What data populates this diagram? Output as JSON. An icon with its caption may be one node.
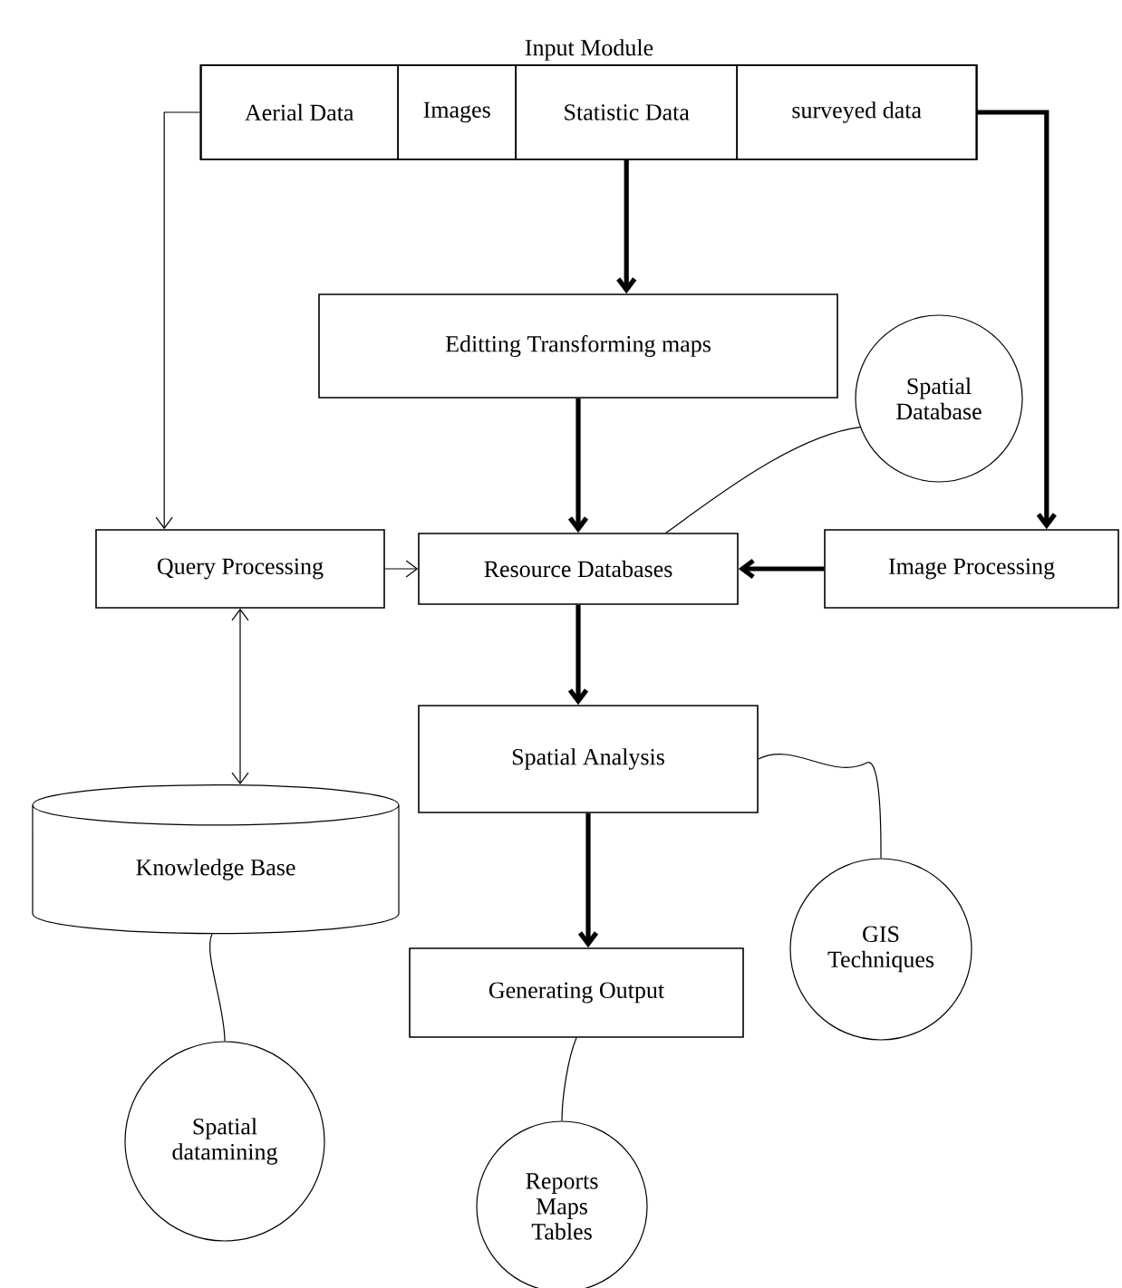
{
  "diagram": {
    "nodes": [
      {
        "text": [
          "Input Module"
        ]
      },
      {
        "text": [
          "Aerial Data"
        ],
        "in": 0
      },
      {
        "text": [
          "Images"
        ],
        "in": 0
      },
      {
        "text": [
          "Statistic Data"
        ],
        "in": 0
      },
      {
        "text": [
          "surveyed data"
        ],
        "in": 0
      },
      {
        "text": [
          "Editting  Transforming  maps"
        ]
      },
      {
        "text": [
          "Spatial Database"
        ]
      },
      {
        "text": [
          "Query Processing"
        ]
      },
      {
        "text": [
          "Resource Databases"
        ]
      },
      {
        "text": [
          "Image Processing"
        ]
      },
      {
        "text": [
          "Spatial Analysis"
        ]
      },
      {
        "text": [
          "Knowledge Base"
        ]
      },
      {
        "text": [
          "GIS Techniques"
        ]
      },
      {
        "text": [
          "Generating Output"
        ]
      },
      {
        "text": [
          "Spatial datamining"
        ]
      },
      {
        "text": [
          "Reports Maps Tables"
        ]
      }
    ],
    "edges": [
      {
        "from": 3,
        "to": 5,
        "arrow": "to",
        "style": "thick"
      },
      {
        "from": 1,
        "to": 7,
        "arrow": "to"
      },
      {
        "from": 4,
        "to": 9,
        "arrow": "to",
        "style": "thick"
      },
      {
        "from": 5,
        "to": 8,
        "arrow": "to",
        "style": "thick"
      },
      {
        "from": 6,
        "to": 8,
        "arrow": "none"
      },
      {
        "from": 7,
        "to": 8,
        "arrow": "to"
      },
      {
        "from": 9,
        "to": 8,
        "arrow": "to",
        "style": "thick"
      },
      {
        "from": 7,
        "to": 11,
        "arrow": "both"
      },
      {
        "from": 8,
        "to": 10,
        "arrow": "to",
        "style": "thick"
      },
      {
        "from": 10,
        "to": 12,
        "arrow": "none"
      },
      {
        "from": 10,
        "to": 13,
        "arrow": "to",
        "style": "thick"
      },
      {
        "from": 11,
        "to": 14,
        "arrow": "none"
      },
      {
        "from": 13,
        "to": 15,
        "arrow": "none"
      }
    ]
  }
}
